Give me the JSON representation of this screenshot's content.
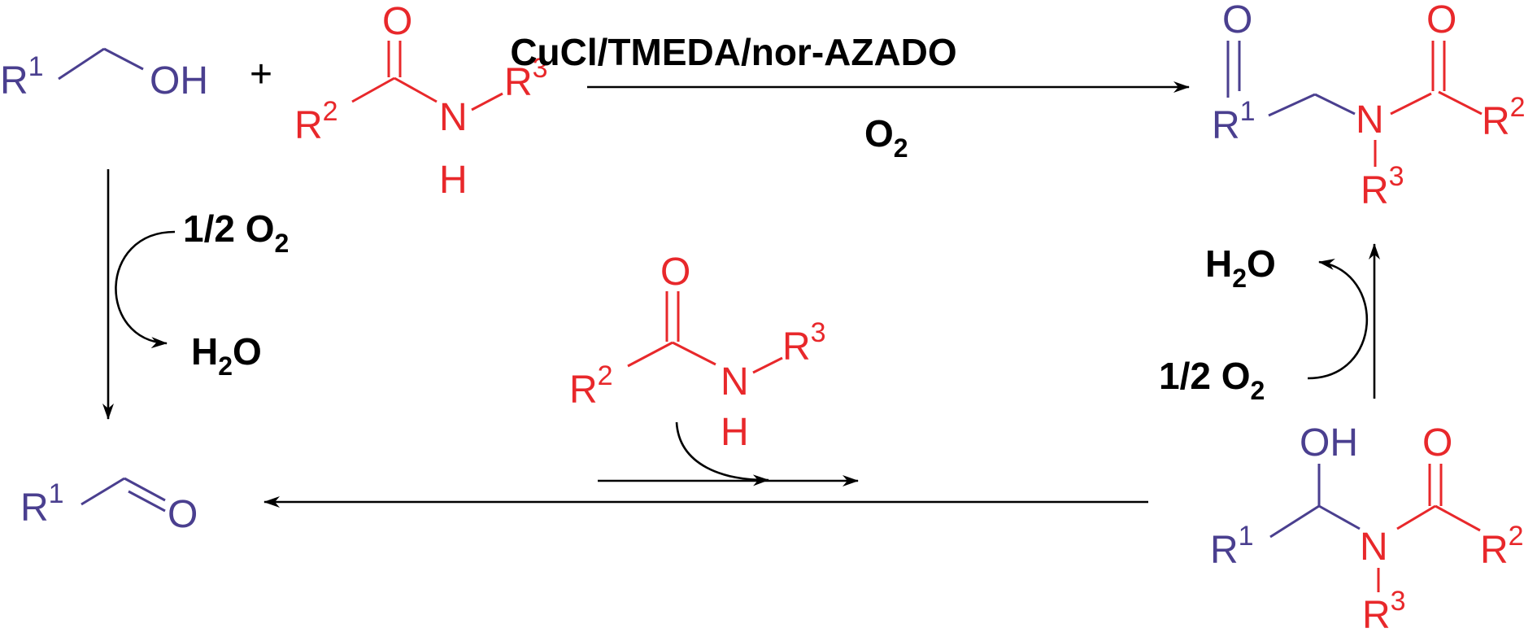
{
  "colors": {
    "aldehyde_alcohol_fragment": "#4a3f8f",
    "amide_fragment": "#e8282b",
    "text": "#000000"
  },
  "alcohol": {
    "r": "R",
    "r_sup": "1",
    "oh": "OH"
  },
  "plus": "+",
  "amide_reactant": {
    "o": "O",
    "r2": "R",
    "r2_sup": "2",
    "n": "N",
    "h": "H",
    "r3": "R",
    "r3_sup": "3"
  },
  "main_arrow": {
    "reagent_top": "CuCl/TMEDA/nor-AZADO",
    "reagent_bottom": "O",
    "reagent_bottom_sub": "2"
  },
  "imide_product": {
    "o_left": "O",
    "o_right": "O",
    "r1": "R",
    "r1_sup": "1",
    "n": "N",
    "r2": "R",
    "r2_sup": "2",
    "r3": "R",
    "r3_sup": "3"
  },
  "step_left": {
    "oxidant": "1/2 O",
    "oxidant_sub": "2",
    "byproduct": "H",
    "byproduct_sub": "2",
    "byproduct_end": "O"
  },
  "step_right": {
    "oxidant": "1/2 O",
    "oxidant_sub": "2",
    "byproduct": "H",
    "byproduct_sub": "2",
    "byproduct_end": "O"
  },
  "amide_middle": {
    "o": "O",
    "r2": "R",
    "r2_sup": "2",
    "n": "N",
    "h": "H",
    "r3": "R",
    "r3_sup": "3"
  },
  "aldehyde": {
    "r": "R",
    "r_sup": "1",
    "o": "O"
  },
  "hemiaminal": {
    "oh": "OH",
    "o": "O",
    "r1": "R",
    "r1_sup": "1",
    "n": "N",
    "r2": "R",
    "r2_sup": "2",
    "r3": "R",
    "r3_sup": "3"
  }
}
